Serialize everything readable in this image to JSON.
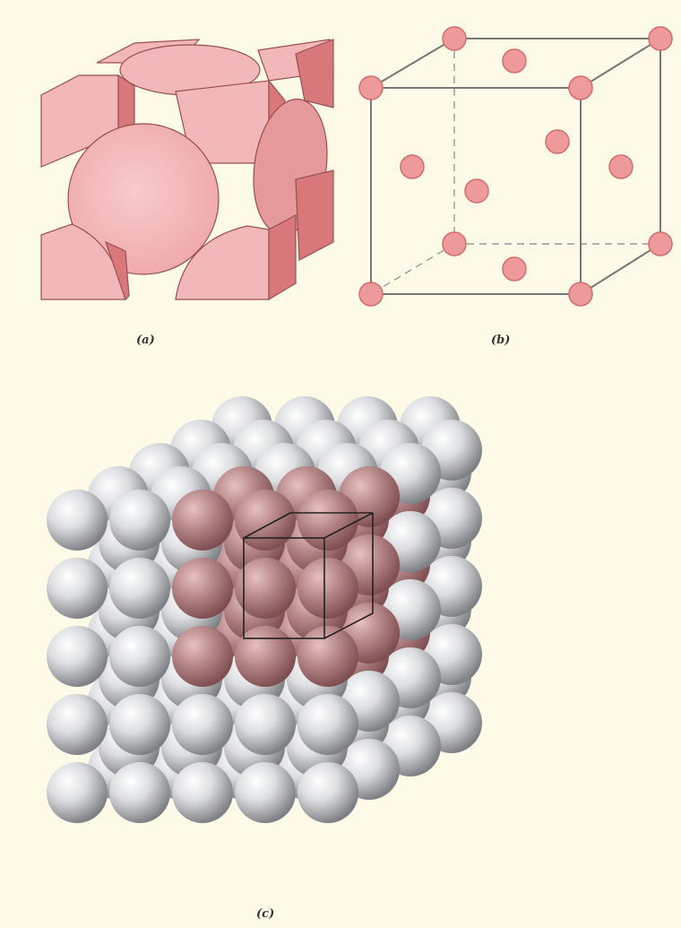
{
  "figure": {
    "panel_a": {
      "label": "(a)"
    },
    "panel_b": {
      "label": "(b)"
    },
    "panel_c": {
      "label": "(c)"
    }
  },
  "colors": {
    "background": "#fdfbe8",
    "atom_fill": "#f2b7b8",
    "atom_dark": "#d8787a",
    "atom_edge": "#9a4f51",
    "sphere_light": "#f4f4f6",
    "sphere_gray": "#8c8e92",
    "sphere_highlight": "#b98a8c",
    "frame": "#777777"
  },
  "icons": {
    "panel_a": "fcc-hard-sphere-unit-cell",
    "panel_b": "fcc-reduced-sphere-unit-cell",
    "panel_c": "fcc-crystal-aggregate"
  }
}
